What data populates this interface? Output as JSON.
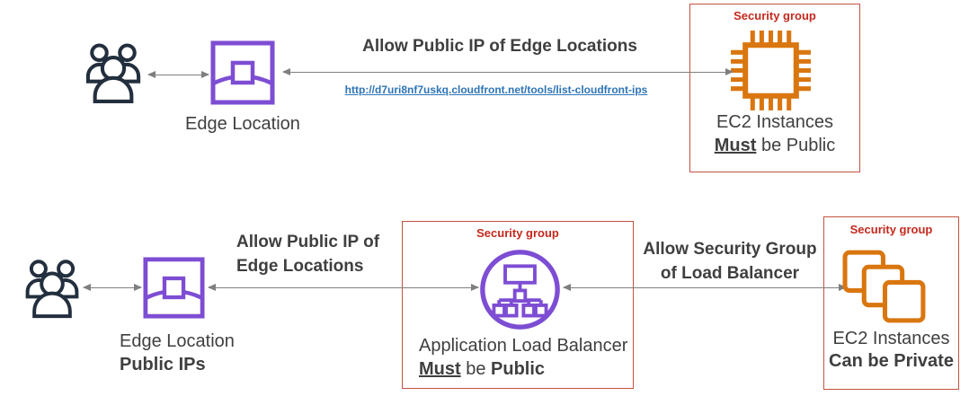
{
  "colors": {
    "edge_purple": "#7d4dd3",
    "aws_orange": "#d9760f",
    "security_red": "#c4291d",
    "box_border_red": "#c3523f",
    "link_blue": "#2e74b5",
    "text_dark": "#3f3f3f",
    "users_dark": "#232f3e",
    "arrow_gray": "#7f7f7f"
  },
  "top_flow": {
    "edge_location_label": "Edge Location",
    "arrow_label": "Allow Public IP of Edge Locations",
    "link_url": "http://d7uri8nf7uskq.cloudfront.net/tools/list-cloudfront-ips",
    "security_group_box": {
      "tag": "Security group",
      "title": "EC2 Instances",
      "emphasis_word": "Must",
      "emphasis_rest": " be Public"
    }
  },
  "bottom_flow": {
    "edge_location_label": "Edge Location",
    "edge_location_sub": "Public IPs",
    "arrow1_label_line1": "Allow Public IP of",
    "arrow1_label_line2": "Edge Locations",
    "alb_box": {
      "tag": "Security group",
      "title": "Application Load Balancer",
      "emphasis_word": "Must",
      "emphasis_mid": " be ",
      "emphasis_tail": "Public"
    },
    "arrow2_label_line1": "Allow Security Group",
    "arrow2_label_line2": "of Load Balancer",
    "ec2_box": {
      "tag": "Security group",
      "title": "EC2 Instances",
      "subtitle": "Can be Private"
    }
  }
}
